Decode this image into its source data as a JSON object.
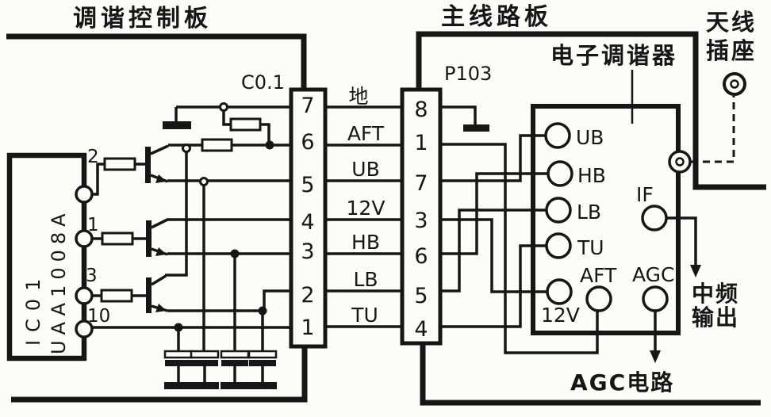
{
  "colors": {
    "ink": "#161616",
    "paper": "#fcfcf9"
  },
  "titles": {
    "control_board": "调谐控制板",
    "main_board": "主线路板",
    "tuner": "电子调谐器",
    "antenna_line1": "天线",
    "antenna_line2": "插座"
  },
  "ic": {
    "ref": "IC01",
    "part": "UAA1008A",
    "pin_labels": [
      "2",
      "1",
      "3",
      "10"
    ]
  },
  "connectors": {
    "left": {
      "label": "C0.1",
      "pins": [
        "7",
        "6",
        "5",
        "4",
        "3",
        "2",
        "1"
      ]
    },
    "right": {
      "label": "P103",
      "pins": [
        "8",
        "1",
        "7",
        "3",
        "6",
        "5",
        "4"
      ]
    }
  },
  "signals": {
    "gnd": "地",
    "aft": "AFT",
    "ub": "UB",
    "v12": "12V",
    "hb": "HB",
    "lb": "LB",
    "tu": "TU"
  },
  "tuner_terminals": {
    "ub": "UB",
    "hb": "HB",
    "lb": "LB",
    "tu": "TU",
    "v12": "12V",
    "aft": "AFT",
    "agc": "AGC",
    "if": "IF"
  },
  "outputs": {
    "if_line1": "中频",
    "if_line2": "输出",
    "agc": "AGC电路"
  }
}
